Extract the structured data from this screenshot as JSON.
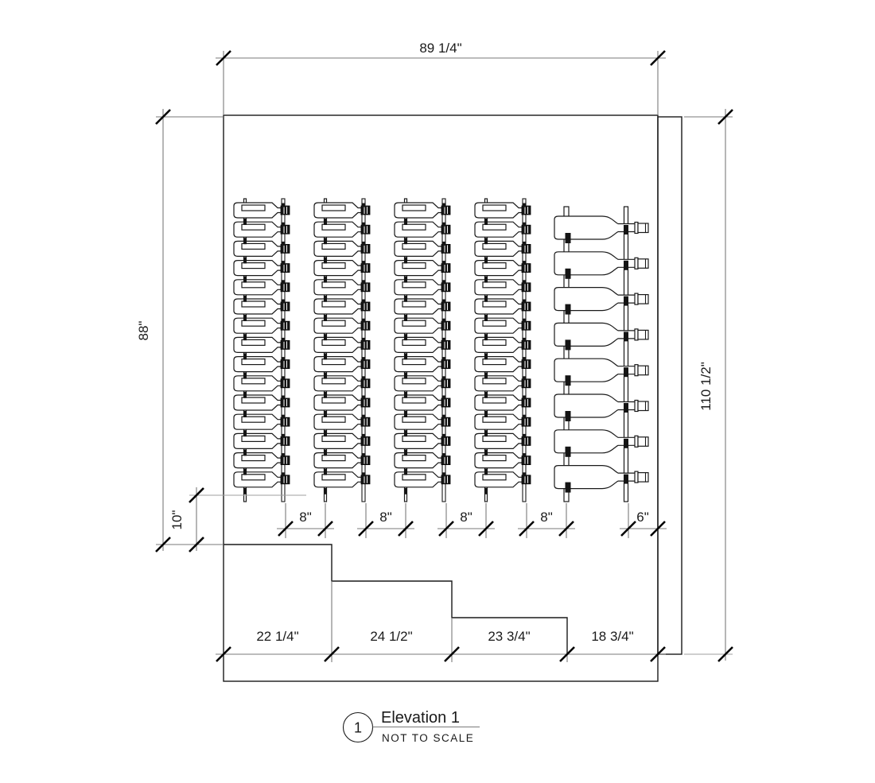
{
  "drawing": {
    "dims": {
      "top_width": "89 1/4\"",
      "left_height": "88\"",
      "left_offset": "10\"",
      "right_height": "110 1/2\"",
      "rack_gaps": [
        "8\"",
        "8\"",
        "8\"",
        "8\"",
        "6\""
      ],
      "bottom_widths": [
        "22 1/4\"",
        "24 1/2\"",
        "23 3/4\"",
        "18 3/4\""
      ]
    },
    "racks": {
      "dense": {
        "columns": 4,
        "bottles_per_column": 15
      },
      "display": {
        "columns": 1,
        "bottles_per_column": 8
      }
    },
    "title": {
      "number": "1",
      "name": "Elevation 1",
      "scale_note": "NOT TO SCALE"
    }
  },
  "colors": {
    "background": "#ffffff",
    "object_line": "#1a1a1a",
    "dimension_line": "#7a7a7a",
    "tick": "#000000"
  }
}
